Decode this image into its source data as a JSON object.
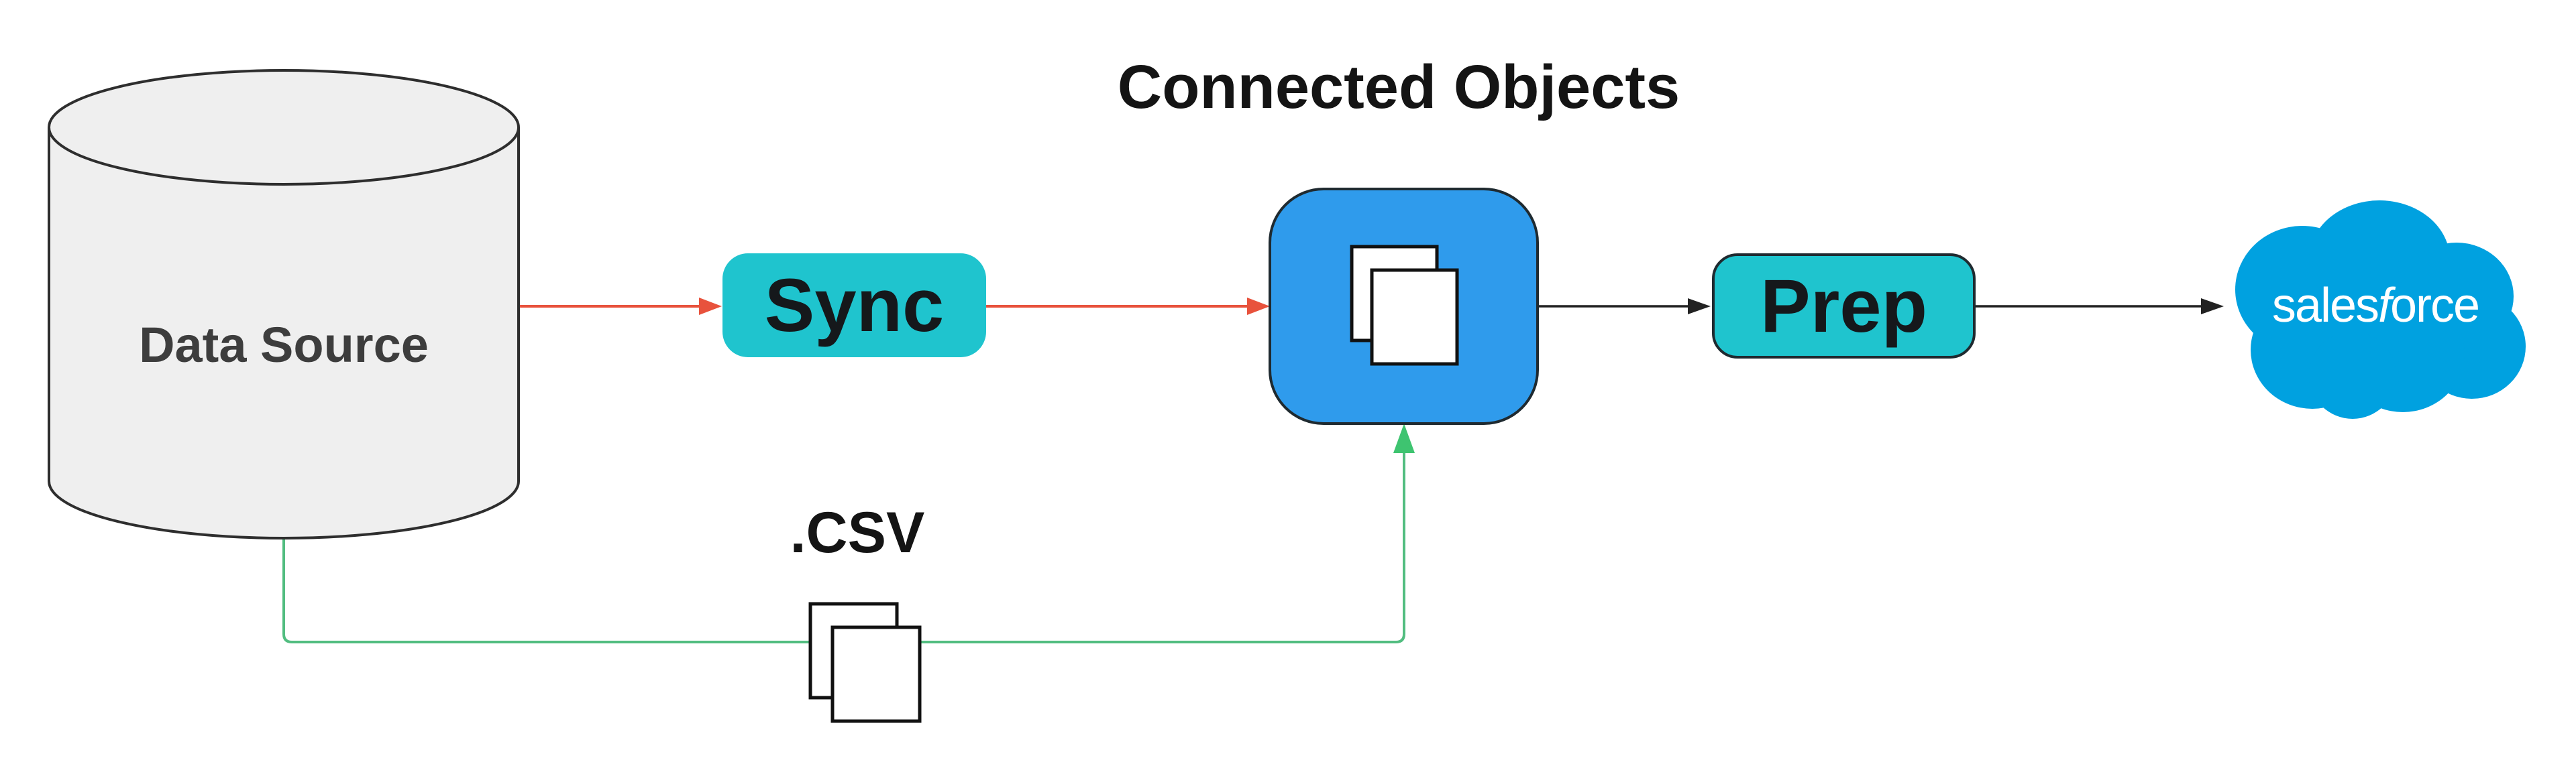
{
  "diagram": {
    "title": "Connected Objects",
    "nodes": {
      "data_source": {
        "label": "Data Source",
        "shape": "database-cylinder"
      },
      "sync": {
        "label": "Sync",
        "shape": "rounded-button"
      },
      "connected_objects": {
        "title": "Connected Objects",
        "shape": "rounded-app-square",
        "icon": "copy-documents-icon"
      },
      "prep": {
        "label": "Prep",
        "shape": "rounded-button"
      },
      "salesforce": {
        "label": "salesforce",
        "parts": {
          "pre": "sales",
          "italic": "f",
          "post": "orce"
        },
        "shape": "cloud-logo"
      },
      "csv": {
        "label": ".CSV",
        "icon": "copy-documents-icon"
      }
    },
    "edges": [
      {
        "from": "data_source",
        "to": "sync",
        "style": "arrow",
        "color_key": "arrow_red"
      },
      {
        "from": "sync",
        "to": "connected_objects",
        "style": "arrow",
        "color_key": "arrow_red"
      },
      {
        "from": "connected_objects",
        "to": "prep",
        "style": "arrow",
        "color_key": "arrow_black"
      },
      {
        "from": "prep",
        "to": "salesforce",
        "style": "arrow",
        "color_key": "arrow_black"
      },
      {
        "from": "data_source",
        "to": "connected_objects",
        "via": "csv",
        "style": "elbow-arrow",
        "color_key": "arrow_green"
      }
    ]
  },
  "colors": {
    "teal": "#1FC4CE",
    "app_blue": "#2F9BEC",
    "salesforce_blue": "#00A1E0",
    "arrow_red": "#E8523C",
    "arrow_green": "#52BD80",
    "arrow_green_head": "#3EC470",
    "arrow_black": "#222222",
    "cylinder_fill": "#EFEFEF",
    "cylinder_stroke": "#2E2E2E",
    "node_border": "#1F2A30",
    "doc_stroke": "#111111",
    "text_dark": "#141414",
    "text_gray": "#3D3D3D",
    "text_white": "#FFFFFF"
  }
}
